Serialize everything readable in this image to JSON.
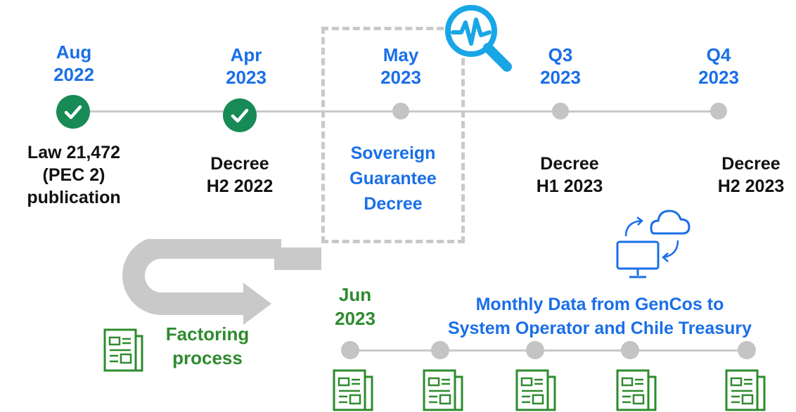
{
  "colors": {
    "blue": "#1a6fe8",
    "green": "#2e8b2e",
    "check_green": "#178a55",
    "grey": "#c4c4c4",
    "text": "#111111"
  },
  "timeline": [
    {
      "period_line1": "Aug",
      "period_line2": "2022",
      "label": [
        "Law 21,472",
        "(PEC 2)",
        "publication"
      ],
      "status": "done"
    },
    {
      "period_line1": "Apr",
      "period_line2": "2023",
      "label": [
        "Decree",
        "H2 2022"
      ],
      "status": "done"
    },
    {
      "period_line1": "May",
      "period_line2": "2023",
      "label": [
        "Sovereign",
        "Guarantee",
        "Decree"
      ],
      "status": "pending"
    },
    {
      "period_line1": "Q3",
      "period_line2": "2023",
      "label": [
        "Decree",
        "H1 2023"
      ],
      "status": "pending"
    },
    {
      "period_line1": "Q4",
      "period_line2": "2023",
      "label": [
        "Decree",
        "H2 2023"
      ],
      "status": "pending"
    }
  ],
  "factoring": {
    "label_line1": "Factoring",
    "label_line2": "process"
  },
  "monthly": {
    "start_line1": "Jun",
    "start_line2": "2023",
    "title_line1": "Monthly Data from GenCos to",
    "title_line2": "System Operator and Chile Treasury"
  },
  "icons": {
    "analysis": "magnifier-pulse-icon",
    "cloud_sync": "computer-cloud-sync-icon",
    "document": "newspaper-document-icon",
    "check": "checkmark-icon"
  }
}
